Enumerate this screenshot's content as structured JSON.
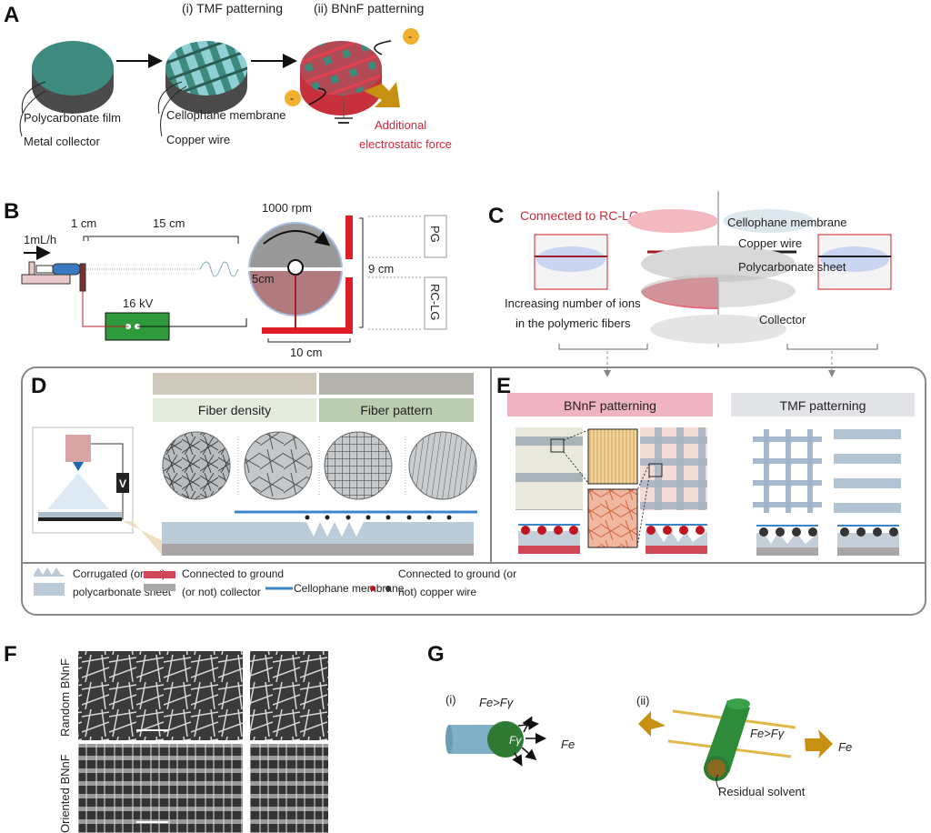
{
  "panels": {
    "A": {
      "letter": "A",
      "step1": "(i) TMF patterning",
      "step2": "(ii) BNnF patterning",
      "labels": [
        "Polycarbonate film",
        "Metal collector",
        "Cellophane membrane",
        "Copper wire"
      ],
      "force_label_1": "Additional",
      "force_label_2": "electrostatic force",
      "charge": "-"
    },
    "B": {
      "letter": "B",
      "flow_rate": "1mL/h",
      "gap": "1 cm",
      "distance": "15 cm",
      "speed": "1000 rpm",
      "radius": "5cm",
      "voltage": "16 kV",
      "width": "10 cm",
      "height": "9 cm",
      "zone_top": "PG",
      "zone_bottom": "RC-LG"
    },
    "C": {
      "letter": "C",
      "connected": "Connected to RC-LG",
      "layers": [
        "Cellophane membrane",
        "Copper wire",
        "Polycarbonate sheet",
        "Collector"
      ],
      "ions_1": "Increasing number of ions",
      "ions_2": "in the polymeric fibers"
    },
    "D": {
      "letter": "D",
      "header_density": "Fiber density",
      "header_pattern": "Fiber pattern",
      "voltage": "V"
    },
    "E": {
      "letter": "E",
      "header_bnnf": "BNnF patterning",
      "header_tmf": "TMF patterning"
    },
    "legend": {
      "item1_l1": "Corrugated (or not)",
      "item1_l2": "polycarbonate sheet",
      "item2_l1": "Connected to ground",
      "item2_l2": "(or not) collector",
      "item3": "Cellophane membrane",
      "item4_l1": "Connected to ground (or",
      "item4_l2": "not) copper wire"
    },
    "F": {
      "letter": "F",
      "row1": "Random BNnF",
      "row2": "Oriented BNnF"
    },
    "G": {
      "letter": "G",
      "i": "(i)",
      "ii": "(ii)",
      "ineq": "Fe>Fγ",
      "fe": "Fe",
      "fg": "Fγ",
      "residual": "Residual solvent"
    }
  },
  "colors": {
    "teal": "#3d8a7e",
    "red": "#d0283a",
    "gold": "#d4a017",
    "blue": "#4a90c8",
    "green": "#2e8b3a"
  }
}
